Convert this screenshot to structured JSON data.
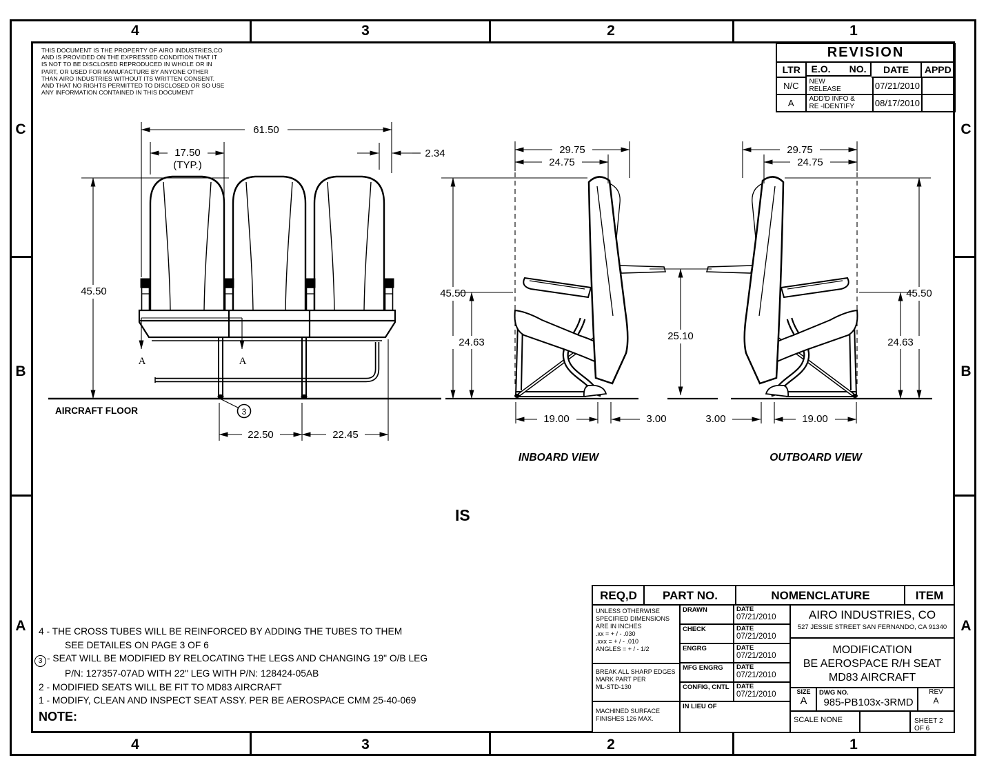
{
  "drawing": {
    "zones": {
      "top": [
        "4",
        "3",
        "2",
        "1"
      ],
      "bottom": [
        "4",
        "3",
        "2",
        "1"
      ],
      "left": [
        "C",
        "B",
        "A"
      ],
      "right": [
        "C",
        "B",
        "A"
      ]
    },
    "property_notice": [
      "THIS DOCUMENT IS THE PROPERTY OF AIRO INDUSTRIES,CO",
      "AND IS PROVIDED ON THE EXPRESSED CONDITION THAT IT",
      "IS NOT TO BE DISCLOSED REPRODUCED IN WHOLE OR IN",
      "PART, OR USED FOR MANUFACTURE BY ANYONE OTHER",
      "THAN AIRO INDUSTRIES WITHOUT ITS WRITTEN CONSENT.",
      "AND THAT NO RIGHTS PERMITTED TO DISCLOSED OR SO USE",
      "ANY INFORMATION CONTAINED IN THIS DOCUMENT"
    ],
    "revision": {
      "title": "REVISION",
      "col_ltr": "LTR",
      "col_eo": "E.O.",
      "col_no": "NO.",
      "col_date": "DATE",
      "col_appd": "APPD",
      "rows": [
        {
          "ltr": "N/C",
          "desc1": "NEW",
          "desc2": "RELEASE",
          "date": "07/21/2010",
          "appd": ""
        },
        {
          "ltr": "A",
          "desc1": "ADD'D INFO &",
          "desc2": "RE -IDENTIFY",
          "date": "08/17/2010",
          "appd": ""
        }
      ]
    },
    "labels": {
      "aircraft_floor": "AIRCRAFT FLOOR",
      "inboard": "INBOARD VIEW",
      "outboard": "OUTBOARD VIEW",
      "section": "A",
      "balloon": "3",
      "stray": "IS"
    },
    "dims": {
      "front_overall": "61.50",
      "front_seat": "17.50",
      "front_typ": "(TYP.)",
      "front_gap": "2.34",
      "front_pitch_a": "22.50",
      "front_pitch_b": "22.45",
      "height": "45.50",
      "side_back": "29.75",
      "side_cushion": "24.75",
      "side_base": "24.63",
      "side_leg": "19.00",
      "side_foot": "3.00",
      "side_center": "25.10"
    },
    "notes": {
      "heading": "NOTE:",
      "n4a": "4 - THE CROSS TUBES WILL BE REINFORCED BY ADDING THE TUBES TO THEM",
      "n4b": "SEE DETAILES ON PAGE 3 OF 6",
      "n3_badge": "3",
      "n3a": "- SEAT WILL BE MODIFIED BY RELOCATING THE LEGS AND CHANGING 19\" O/B LEG",
      "n3b": "P/N: 127357-07AD WITH 22\" LEG WITH P/N: 128424-05AB",
      "n2": "2 - MODIFIED SEATS WILL BE FIT TO MD83 AIRCRAFT",
      "n1": "1 - MODIFY, CLEAN AND INSPECT SEAT ASSY. PER BE AEROSPACE CMM 25-40-069"
    },
    "title_block": {
      "h_req": "REQ,D",
      "h_part": "PART NO.",
      "h_nomen": "NOMENCLATURE",
      "h_item": "ITEM",
      "tol1": "UNLESS OTHERWISE",
      "tol2": "SPECIFIED DIMENSIONS",
      "tol3": "ARE IN INCHES",
      "tol4": ".xx = + / - .030",
      "tol5": ".xxx = + / - .010",
      "tol6": "ANGLES = + / - 1/2",
      "brk1": "BREAK ALL SHARP EDGES",
      "brk2": "MARK PART PER",
      "brk3": "ML-STD-130",
      "srf1": "MACHINED SURFACE",
      "srf2": "FINISHES 126 MAX.",
      "date_label": "DATE",
      "rows": [
        {
          "role": "DRAWN",
          "date": "07/21/2010"
        },
        {
          "role": "CHECK",
          "date": "07/21/2010"
        },
        {
          "role": "ENGRG",
          "date": "07/21/2010"
        },
        {
          "role": "MFG ENGRG",
          "date": "07/21/2010"
        },
        {
          "role": "CONFIG, CNTL",
          "date": "07/21/2010"
        }
      ],
      "in_lieu": "IN LIEU OF",
      "company": "AIRO INDUSTRIES, CO",
      "address": "527 JESSIE STREET SAN FERNANDO, CA 91340",
      "title1": "MODIFICATION",
      "title2": "BE AEROSPACE R/H SEAT",
      "title3": "MD83 AIRCRAFT",
      "size_label": "SIZE",
      "size_val": "A",
      "dwg_label": "DWG NO.",
      "dwg_no": "985-PB103x-3RMD",
      "rev_label": "REV",
      "rev_val": "A",
      "scale": "SCALE NONE",
      "sheet": "SHEET 2 OF 6"
    }
  }
}
